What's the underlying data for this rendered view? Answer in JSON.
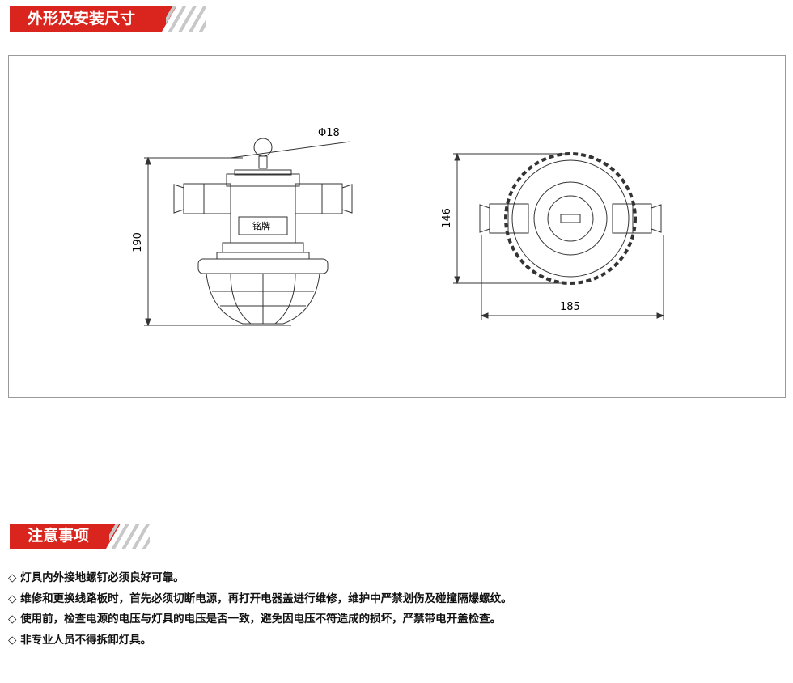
{
  "sections": {
    "dimensions_title": "外形及安装尺寸",
    "notes_title": "注意事项"
  },
  "drawing": {
    "diameter_label": "Φ18",
    "height_label": "190",
    "nameplate_label": "铭牌",
    "side_height_label": "146",
    "width_label": "185"
  },
  "notes": {
    "bullet": "◇",
    "items": [
      "灯具内外接地螺钉必须良好可靠。",
      "维修和更换线路板时，首先必须切断电源，再打开电器盖进行维修，维护中严禁划伤及碰撞隔爆螺纹。",
      "使用前，检查电源的电压与灯具的电压是否一致，避免因电压不符造成的损坏，严禁带电开盖检查。",
      "非专业人员不得拆卸灯具。"
    ]
  },
  "colors": {
    "accent": "#d9251d"
  }
}
